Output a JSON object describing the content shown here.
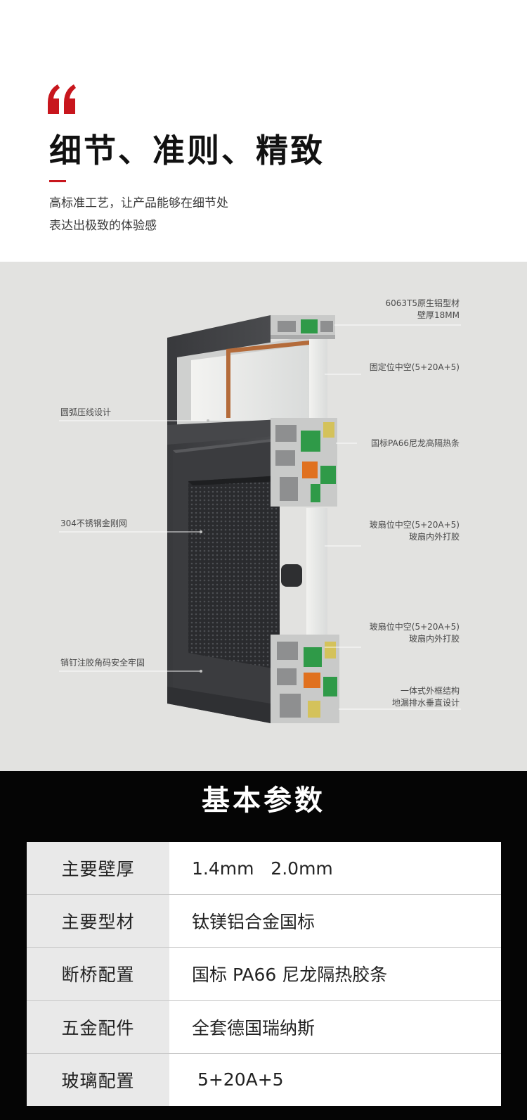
{
  "intro": {
    "headline": "细节、准则、精致",
    "subtitle_lines": [
      "高标准工艺，让产品能够在细节处",
      "表达出极致的体验感"
    ]
  },
  "detail": {
    "callouts_right": [
      [
        "6063T5原生铝型材",
        "壁厚18MM"
      ],
      [
        "固定位中空(5+20A+5)"
      ],
      [
        "国标PA66尼龙高隔热条"
      ],
      [
        "玻扇位中空(5+20A+5)",
        "玻扇内外打胶"
      ],
      [
        "玻扇位中空(5+20A+5)",
        "玻扇内外打胶"
      ],
      [
        "一体式外框结构",
        "地漏排水垂直设计"
      ]
    ],
    "callouts_left": [
      "圆弧压线设计",
      "304不锈钢金刚网",
      "销钉注胶角码安全牢固"
    ]
  },
  "params": {
    "title": "基本参数",
    "rows": [
      {
        "key": "主要壁厚",
        "value": "1.4mm   2.0mm"
      },
      {
        "key": "主要型材",
        "value": "钛镁铝合金国标"
      },
      {
        "key": "断桥配置",
        "value": "国标 PA66 尼龙隔热胶条"
      },
      {
        "key": "五金配件",
        "value": "全套德国瑞纳斯"
      },
      {
        "key": "玻璃配置",
        "value": " 5+20A+5"
      }
    ]
  },
  "colors": {
    "accent": "#c8161d",
    "frame": "#3e3f42",
    "params_bg": "#050505",
    "detail_bg": "#e2e2e0"
  }
}
